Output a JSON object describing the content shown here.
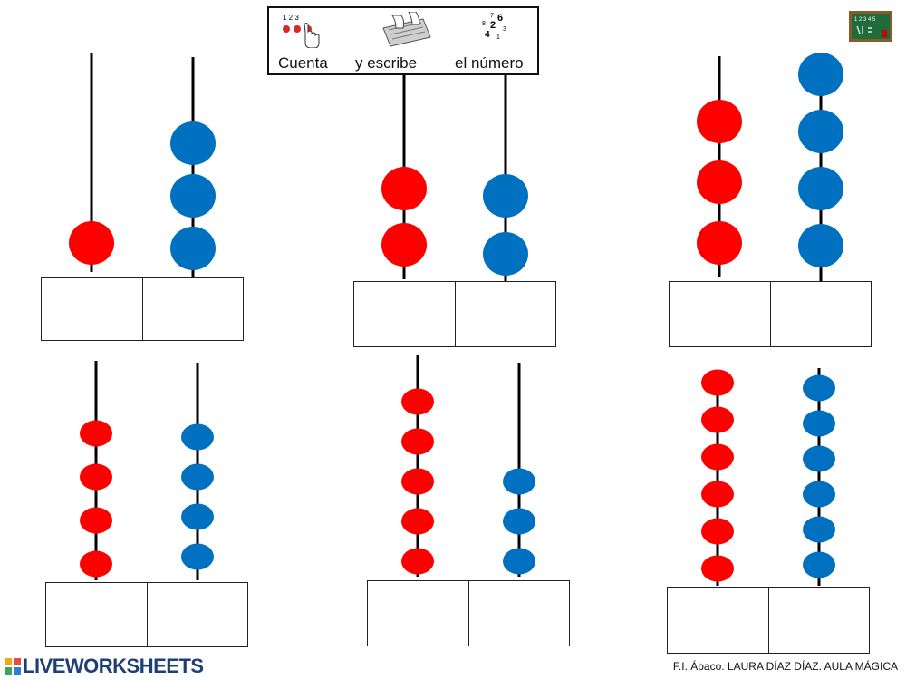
{
  "instructions": {
    "step1": "Cuenta",
    "step2": "y escribe",
    "step3": "el número",
    "numbers_icon": "1 2 3",
    "digits_icon": [
      "7",
      "6",
      "8",
      "2",
      "3",
      "4",
      "1"
    ]
  },
  "colors": {
    "tens": "#ff0000",
    "units": "#0070c0",
    "rod": "#000000"
  },
  "abacuses": [
    {
      "tens": 1,
      "units": 3,
      "answer_tens": "",
      "answer_units": ""
    },
    {
      "tens": 2,
      "units": 2,
      "answer_tens": "",
      "answer_units": ""
    },
    {
      "tens": 3,
      "units": 4,
      "answer_tens": "",
      "answer_units": ""
    },
    {
      "tens": 4,
      "units": 4,
      "answer_tens": "",
      "answer_units": ""
    },
    {
      "tens": 5,
      "units": 3,
      "answer_tens": "",
      "answer_units": ""
    },
    {
      "tens": 6,
      "units": 6,
      "answer_tens": "",
      "answer_units": ""
    }
  ],
  "footer": {
    "brand": "LIVEWORKSHEETS",
    "credit": "F.I. Ábaco. LAURA DÍAZ DÍAZ. AULA MÁGICA"
  },
  "chalkboard_digits": "1 2 3 4 5",
  "icons": [
    "counting-hand-icon",
    "keyboard-icon",
    "numbers-icon",
    "chalkboard-icon",
    "liveworksheets-logo-icon"
  ]
}
